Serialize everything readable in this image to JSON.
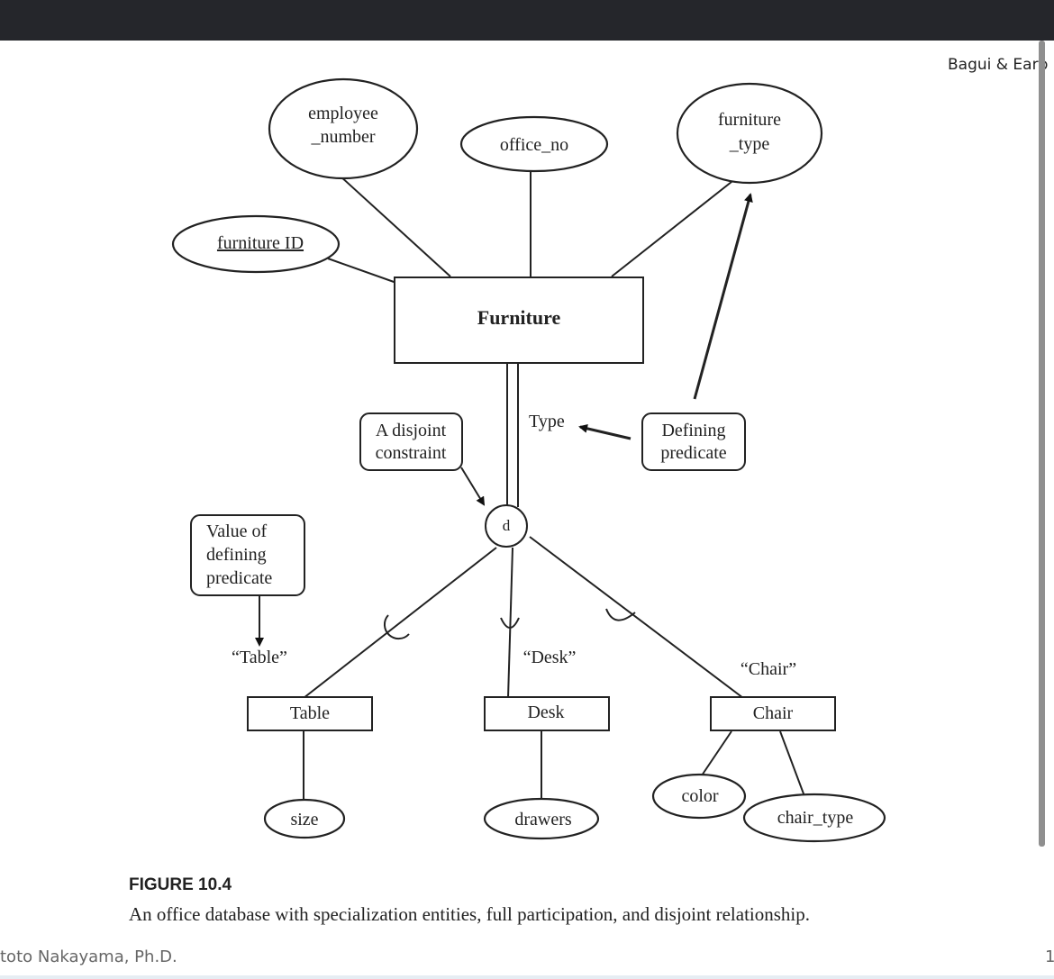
{
  "header": {
    "credit": "Bagui & Earp"
  },
  "diagram": {
    "attributes": {
      "employee_number": [
        "employee",
        "_number"
      ],
      "office_no": "office_no",
      "furniture_type": [
        "furniture",
        "_type"
      ],
      "furniture_id": "furniture ID",
      "size": "size",
      "drawers": "drawers",
      "color": "color",
      "chair_type": "chair_type"
    },
    "entities": {
      "furniture": "Furniture",
      "table": "Table",
      "desk": "Desk",
      "chair": "Chair"
    },
    "labels": {
      "type": "Type",
      "disjoint_symbol": "d",
      "table_value": "“Table”",
      "desk_value": "“Desk”",
      "chair_value": "“Chair”"
    },
    "callouts": {
      "disjoint": [
        "A disjoint",
        "constraint"
      ],
      "defining": [
        "Defining",
        "predicate"
      ],
      "value": [
        "Value of",
        "defining",
        "predicate"
      ]
    }
  },
  "caption": {
    "title": "FIGURE 10.4",
    "text": "An office database with specialization entities, full participation, and disjoint relationship."
  },
  "footer": {
    "author": "toto Nakayama, Ph.D.",
    "page": "1"
  }
}
